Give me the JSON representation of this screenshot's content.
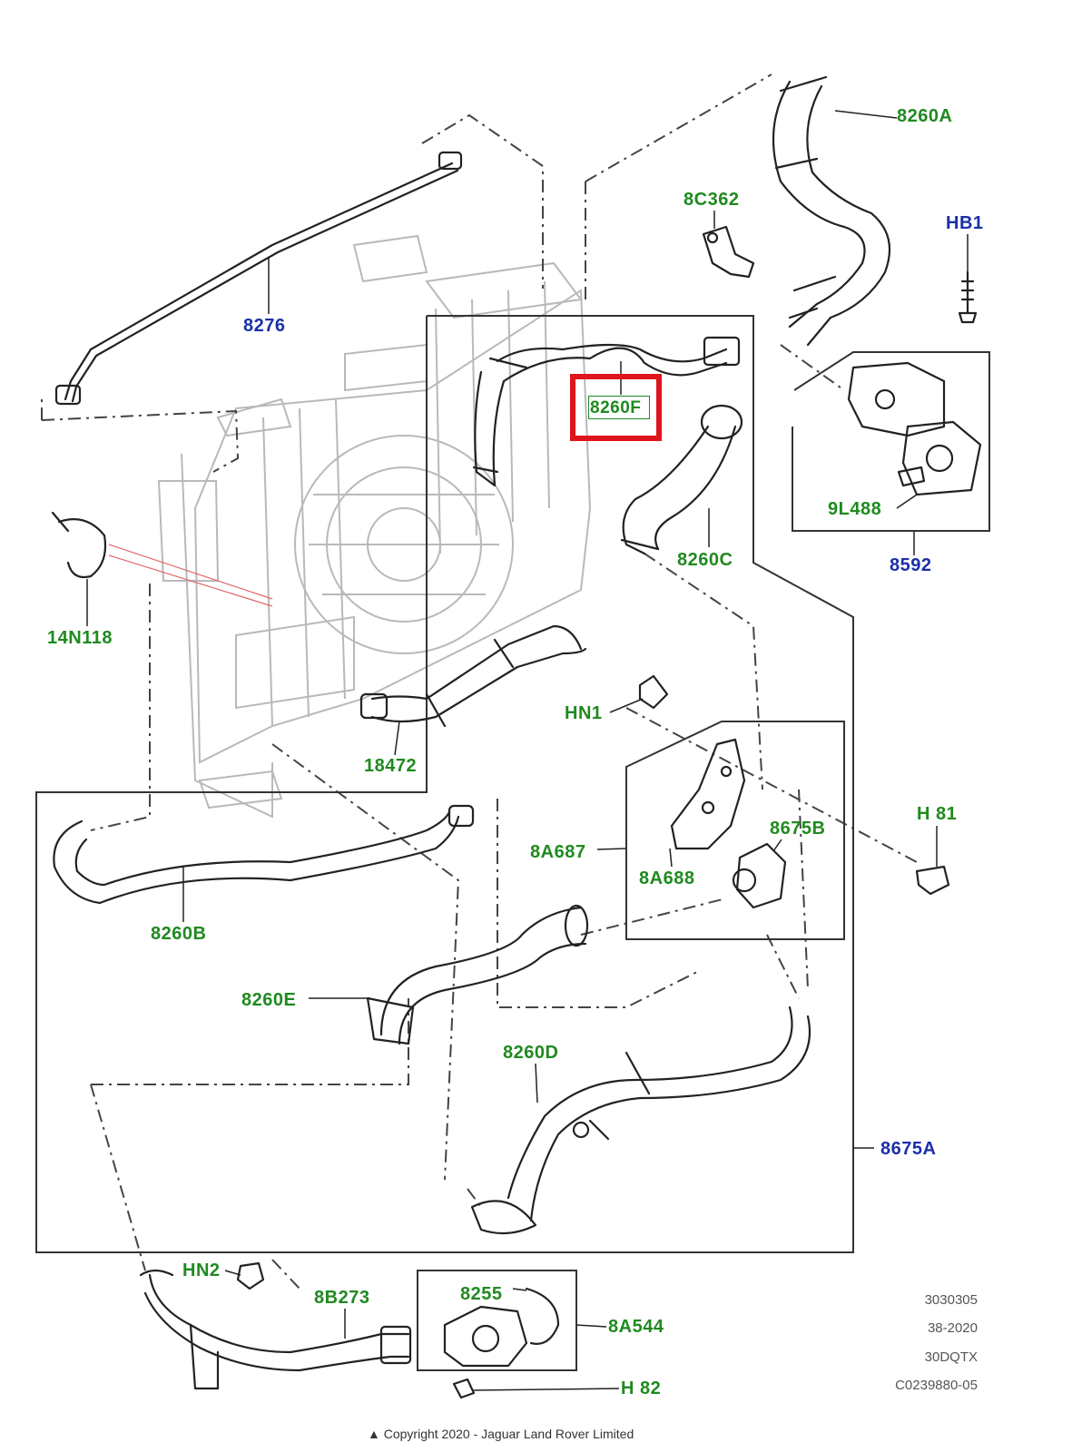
{
  "diagram": {
    "colors": {
      "part_label": "#1f8a1f",
      "ref_label": "#1a2fa8",
      "highlight": "#e0141c",
      "line": "#222222",
      "ghost": "#b8b8b8"
    },
    "labels": {
      "l_8260A": "8260A",
      "l_8C362": "8C362",
      "l_HB1": "HB1",
      "l_8276": "8276",
      "l_8260F": "8260F",
      "l_9L488": "9L488",
      "l_8260C": "8260C",
      "l_8592": "8592",
      "l_14N118": "14N118",
      "l_HN1": "HN1",
      "l_18472": "18472",
      "l_H81": "H 81",
      "l_8675B": "8675B",
      "l_8A687": "8A687",
      "l_8A688": "8A688",
      "l_8260B": "8260B",
      "l_8260E": "8260E",
      "l_8260D": "8260D",
      "l_8675A": "8675A",
      "l_HN2": "HN2",
      "l_8B273": "8B273",
      "l_8255": "8255",
      "l_8A544": "8A544",
      "l_H82": "H 82"
    },
    "meta": {
      "code": "3030305",
      "date": "38-2020",
      "model": "30DQTX",
      "ref": "C0239880-05"
    },
    "copyright": "▲ Copyright 2020 - Jaguar Land Rover Limited"
  }
}
